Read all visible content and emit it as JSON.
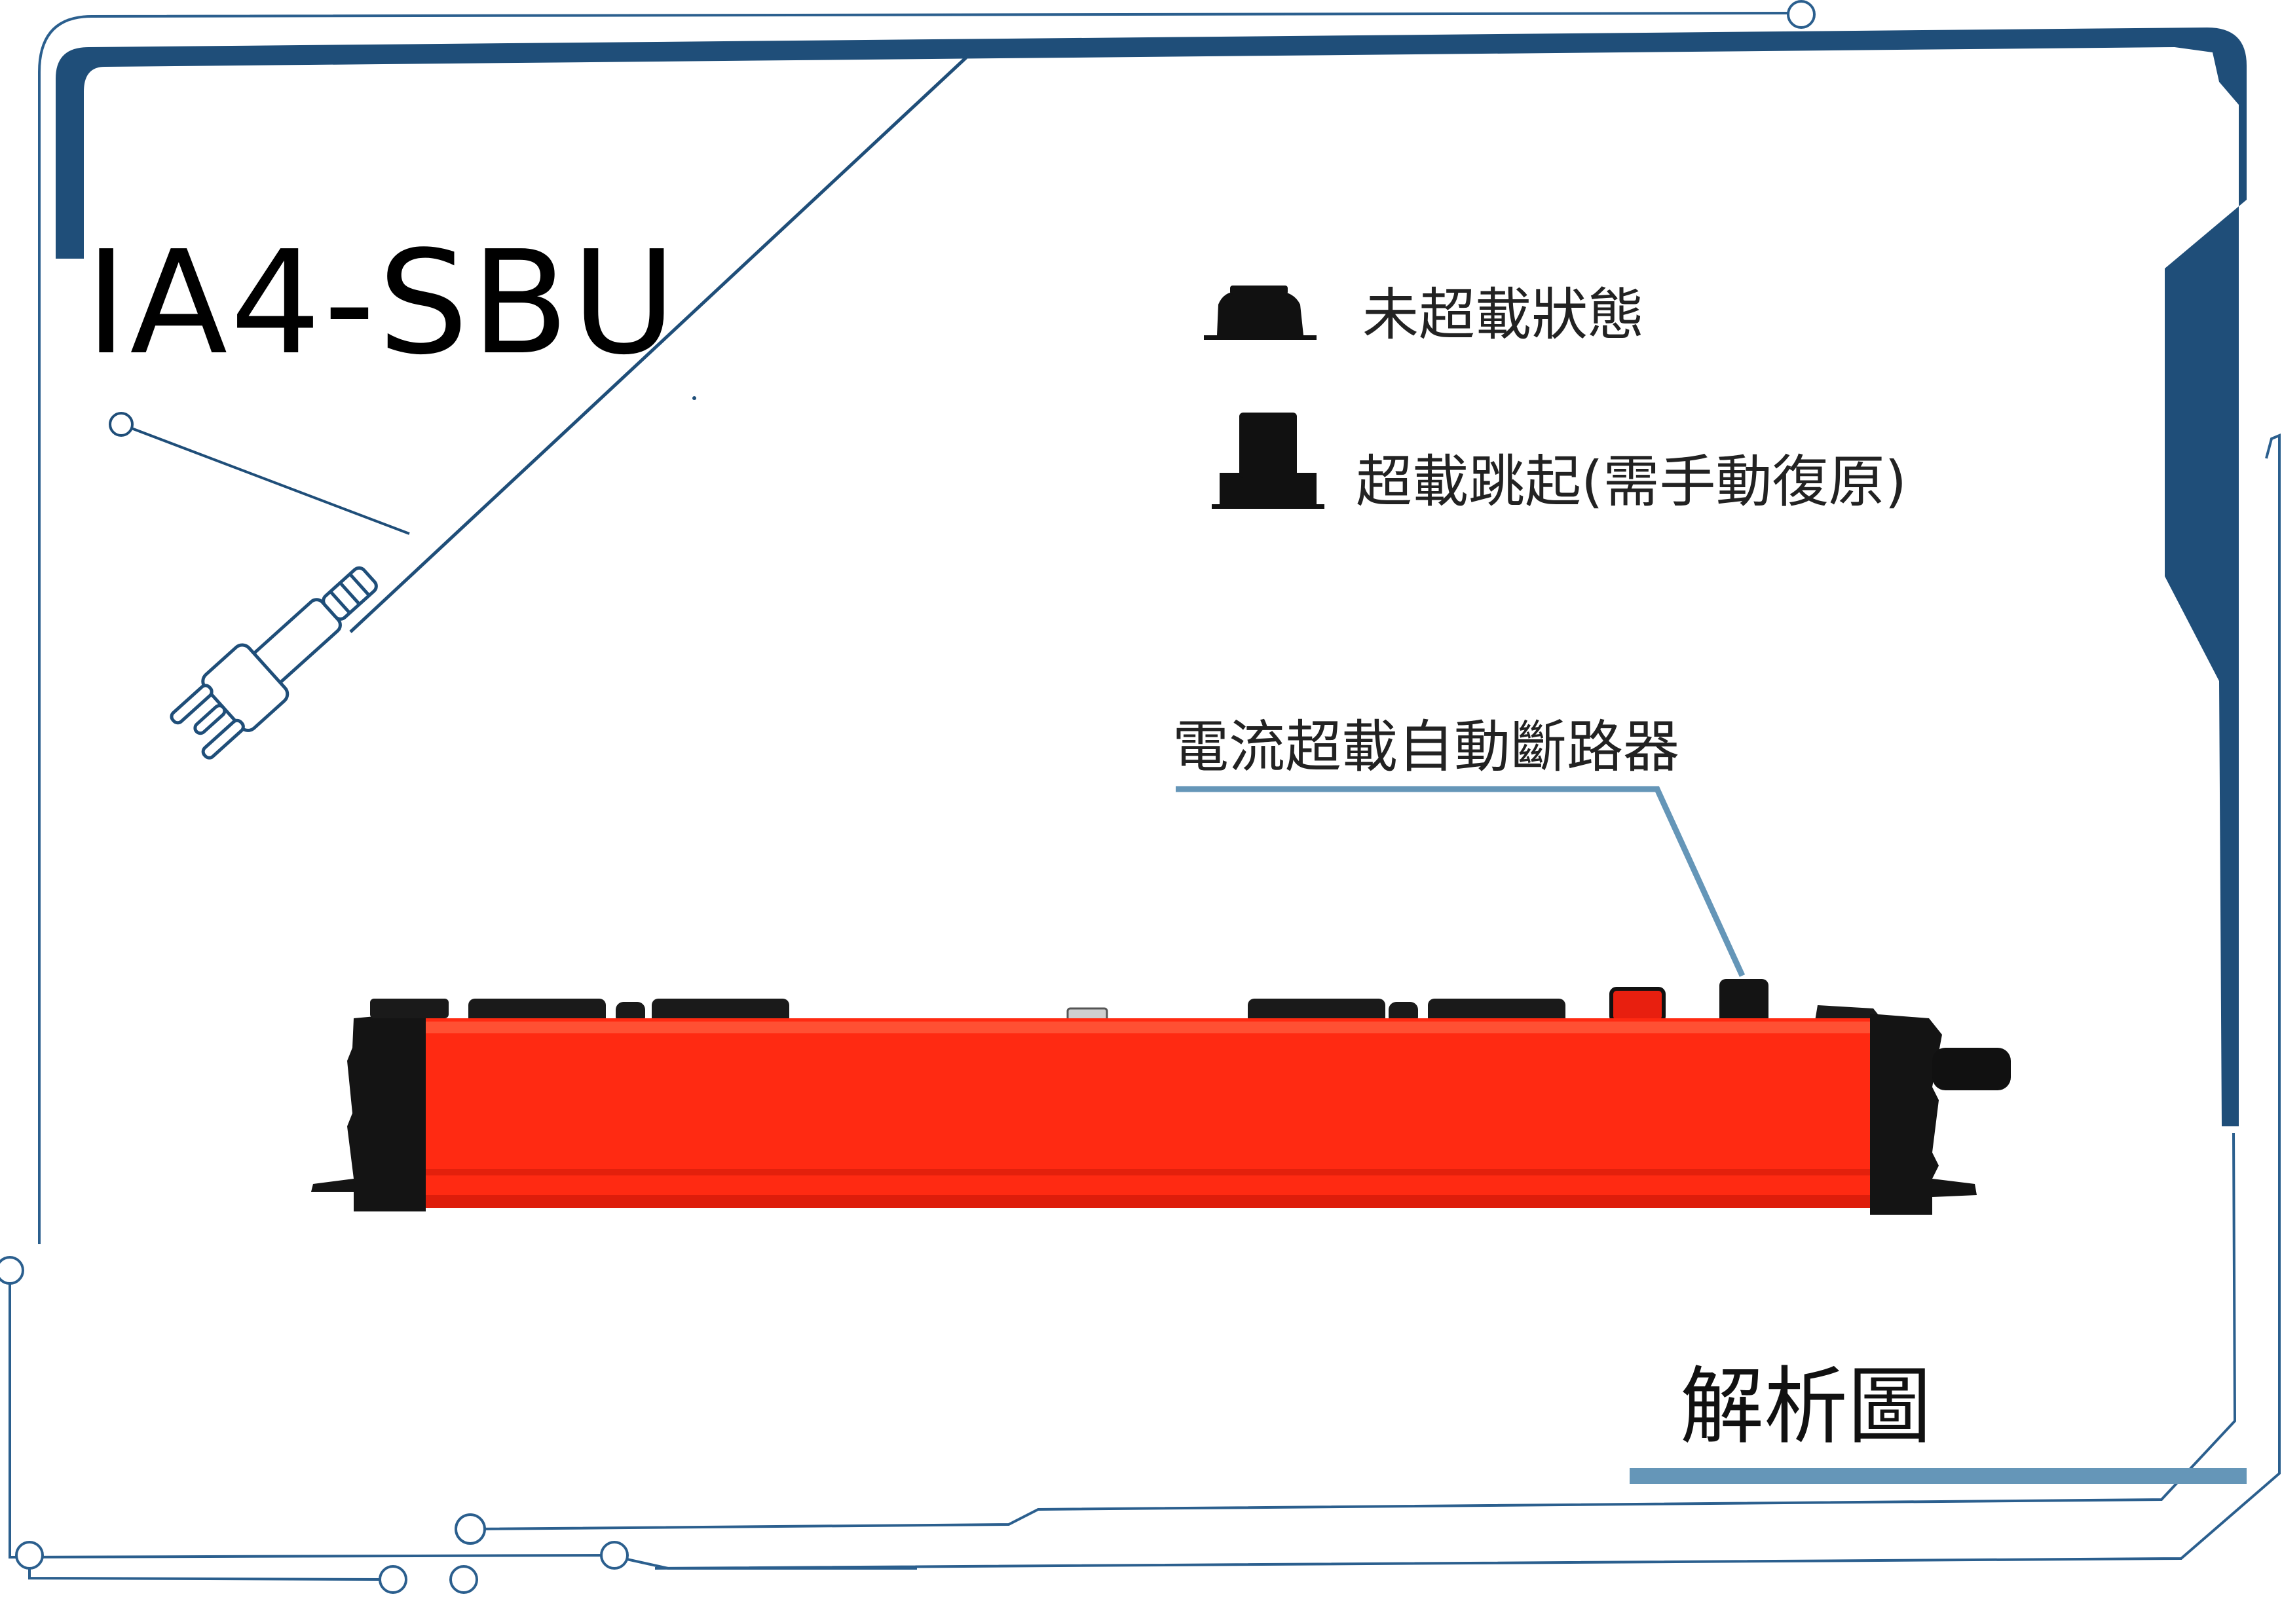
{
  "product": {
    "model": "IA4-SBU"
  },
  "legend": {
    "normal_label": "未超載狀態",
    "tripped_label": "超載跳起(需手動復原)"
  },
  "callouts": {
    "breaker_label": "電流超載自動斷路器"
  },
  "caption": {
    "text": "解析圖"
  },
  "colors": {
    "frame_blue": "#1f4e79",
    "line_blue": "#2b5f8e",
    "accent_blue": "#6596b8",
    "strip_red": "#ff2a12",
    "strip_black": "#141414"
  },
  "icons": {
    "plug": "plug-icon",
    "button_normal": "breaker-button-normal-icon",
    "button_tripped": "breaker-button-tripped-icon"
  }
}
